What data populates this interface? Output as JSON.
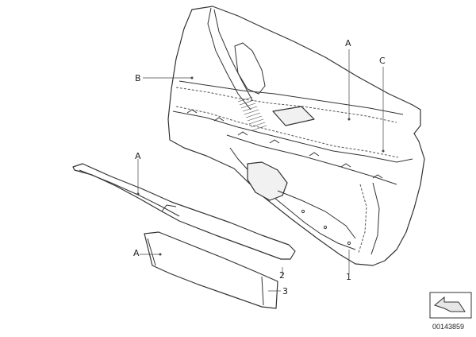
{
  "labels": {
    "a_top": "A",
    "c": "C",
    "b": "B",
    "a_left": "A",
    "a_lower": "A",
    "n1": "1",
    "n2": "2",
    "n3": "3"
  },
  "reference_number": "00143859",
  "colors": {
    "line": "#333333",
    "background": "#ffffff"
  }
}
